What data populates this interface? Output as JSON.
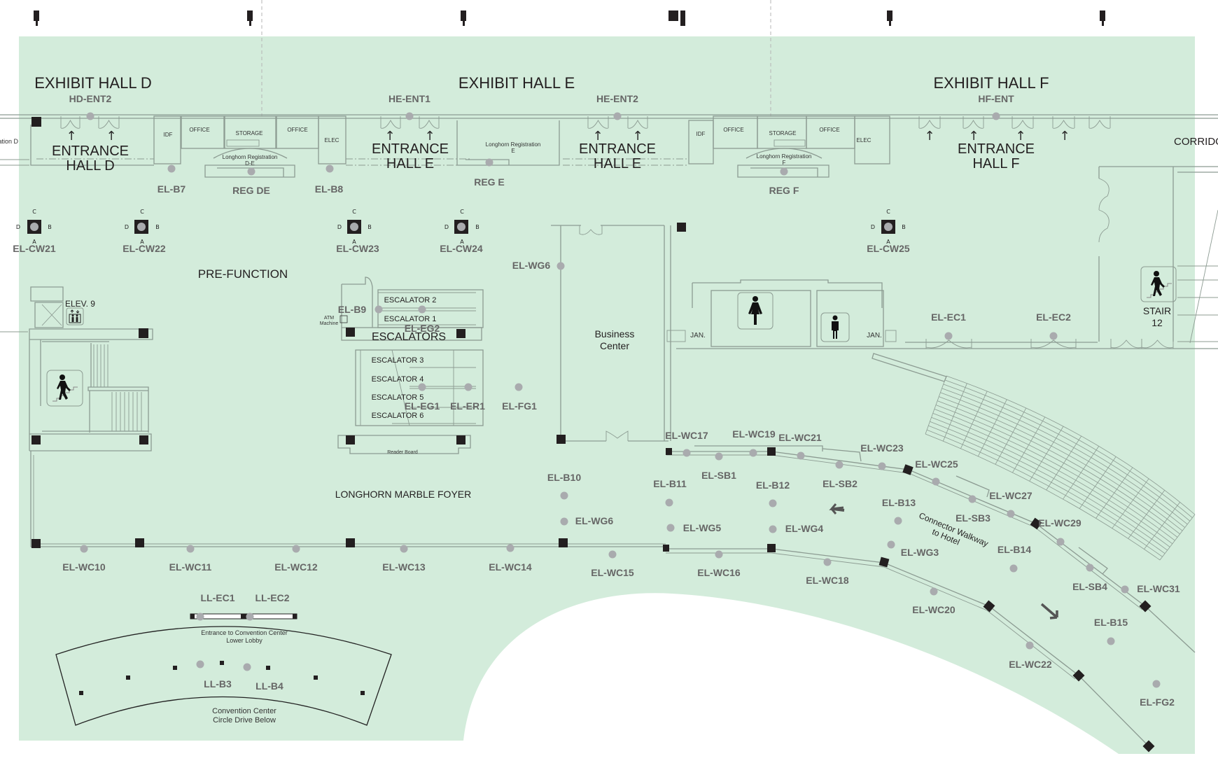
{
  "colors": {
    "floor": "#d3ecdb",
    "wall": "#8c9b92",
    "column": "#231f20",
    "marker_dot": "#a9abae",
    "label": "#666666",
    "ink": "#231f20"
  },
  "halls": {
    "d": {
      "title": "EXHIBIT HALL D",
      "entrance_code": "HD-ENT2",
      "entrance_line1": "ENTRANCE",
      "entrance_line2": "HALL D"
    },
    "e": {
      "title": "EXHIBIT HALL E",
      "entrance1_code": "HE-ENT1",
      "entrance2_code": "HE-ENT2",
      "entrance_line1": "ENTRANCE",
      "entrance_line2": "HALL E"
    },
    "f": {
      "title": "EXHIBIT HALL F",
      "entrance_code": "HF-ENT",
      "entrance_line1": "ENTRANCE",
      "entrance_line2": "HALL F"
    }
  },
  "rooms": {
    "registration_d_edge": "Registration D",
    "idf_1": "IDF",
    "office_1": "OFFICE",
    "storage_1": "STORAGE",
    "office_2": "OFFICE",
    "reg_de_line1": "Longhorn Registration",
    "reg_de_line2": "D-E",
    "elec_1": "ELEC",
    "reg_e_line1": "Longhorn Registration",
    "reg_e_line2": "E",
    "idf_2": "IDF",
    "office_3": "OFFICE",
    "storage_2": "STORAGE",
    "office_4": "OFFICE",
    "elec_2": "ELEC",
    "reg_f_line1": "Longhorn Registration",
    "reg_f_line2": "F",
    "corridor": "CORRIDOR",
    "jan_1": "JAN.",
    "jan_2": "JAN."
  },
  "areas": {
    "pre_function": "PRE-FUNCTION",
    "elev9": "ELEV. 9",
    "escalators": "ESCALATORS",
    "escalator_2": "ESCALATOR 2",
    "escalator_1": "ESCALATOR 1",
    "escalator_3": "ESCALATOR 3",
    "escalator_4": "ESCALATOR 4",
    "escalator_5": "ESCALATOR 5",
    "escalator_6": "ESCALATOR 6",
    "atm_line1": "ATM",
    "atm_line2": "Machine",
    "reader_board": "Reader Board",
    "business_center_line1": "Business",
    "business_center_line2": "Center",
    "stair12_line1": "STAIR",
    "stair12_line2": "12",
    "longhorn_marble_foyer": "LONGHORN MARBLE FOYER",
    "connector_line1": "Connector Walkway",
    "connector_line2": "to Hotel",
    "lower_lobby_line1": "Entrance to Convention Center",
    "lower_lobby_line2": "Lower Lobby",
    "circle_drive_line1": "Convention Center",
    "circle_drive_line2": "Circle Drive Below"
  },
  "column_letters": {
    "top": "C",
    "left": "D",
    "right": "B",
    "bottom": "A"
  },
  "markers": {
    "el_b7": "EL-B7",
    "reg_de": "REG DE",
    "el_b8": "EL-B8",
    "reg_e": "REG E",
    "reg_f": "REG F",
    "el_cw21": "EL-CW21",
    "el_cw22": "EL-CW22",
    "el_cw23": "EL-CW23",
    "el_cw24": "EL-CW24",
    "el_cw25": "EL-CW25",
    "el_b9": "EL-B9",
    "el_eg2": "EL-EG2",
    "el_eg1": "EL-EG1",
    "el_er1": "EL-ER1",
    "el_fg1": "EL-FG1",
    "el_wg6_upper": "EL-WG6",
    "el_ec1": "EL-EC1",
    "el_ec2": "EL-EC2",
    "el_b10": "EL-B10",
    "el_wg6_lower": "EL-WG6",
    "el_b11": "EL-B11",
    "el_wg5": "EL-WG5",
    "el_b12": "EL-B12",
    "el_wg4": "EL-WG4",
    "el_sb1": "EL-SB1",
    "el_sb2": "EL-SB2",
    "el_b13": "EL-B13",
    "el_wg3": "EL-WG3",
    "el_sb3": "EL-SB3",
    "el_b14": "EL-B14",
    "el_sb4": "EL-SB4",
    "el_b15": "EL-B15",
    "el_fg2": "EL-FG2",
    "el_wc10": "EL-WC10",
    "el_wc11": "EL-WC11",
    "el_wc12": "EL-WC12",
    "el_wc13": "EL-WC13",
    "el_wc14": "EL-WC14",
    "el_wc15": "EL-WC15",
    "el_wc16": "EL-WC16",
    "el_wc17": "EL-WC17",
    "el_wc18": "EL-WC18",
    "el_wc19": "EL-WC19",
    "el_wc20": "EL-WC20",
    "el_wc21": "EL-WC21",
    "el_wc22": "EL-WC22",
    "el_wc23": "EL-WC23",
    "el_wc25": "EL-WC25",
    "el_wc27": "EL-WC27",
    "el_wc29": "EL-WC29",
    "el_wc31": "EL-WC31",
    "ll_ec1": "LL-EC1",
    "ll_ec2": "LL-EC2",
    "ll_b3": "LL-B3",
    "ll_b4": "LL-B4"
  },
  "icons": {
    "entrance_arrow": "↑",
    "elevator": "elevator-icon",
    "stairs": "stairs-icon",
    "womens_restroom": "womens-restroom-icon",
    "mens_restroom": "mens-restroom-icon",
    "direction_arrow": "arrow-icon"
  }
}
